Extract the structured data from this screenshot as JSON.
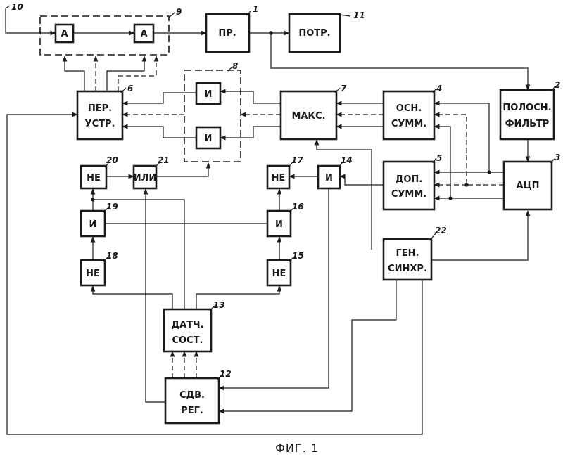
{
  "caption": "ФИГ. 1",
  "input_number": "10",
  "groups": {
    "g9": {
      "number": "9"
    },
    "g8": {
      "number": "8"
    }
  },
  "blocks": {
    "pr": {
      "number": "1",
      "lines": [
        "ПР."
      ]
    },
    "potr": {
      "number": "11",
      "lines": [
        "ПОТР."
      ]
    },
    "a1": {
      "number": "",
      "lines": [
        "А"
      ]
    },
    "a2": {
      "number": "",
      "lines": [
        "А"
      ]
    },
    "per": {
      "number": "6",
      "lines": [
        "ПЕР.",
        "УСТР."
      ]
    },
    "i8a": {
      "number": "",
      "lines": [
        "И"
      ]
    },
    "i8b": {
      "number": "",
      "lines": [
        "И"
      ]
    },
    "maks": {
      "number": "7",
      "lines": [
        "МАКС."
      ]
    },
    "osn": {
      "number": "4",
      "lines": [
        "ОСН.",
        "СУММ."
      ]
    },
    "polos": {
      "number": "2",
      "lines": [
        "ПОЛОСН.",
        "ФИЛЬТР"
      ]
    },
    "dop": {
      "number": "5",
      "lines": [
        "ДОП.",
        "СУММ."
      ]
    },
    "acp": {
      "number": "3",
      "lines": [
        "АЦП"
      ]
    },
    "ne20": {
      "number": "20",
      "lines": [
        "НЕ"
      ]
    },
    "ili21": {
      "number": "21",
      "lines": [
        "ИЛИ"
      ]
    },
    "ne17": {
      "number": "17",
      "lines": [
        "НЕ"
      ]
    },
    "i14": {
      "number": "14",
      "lines": [
        "И"
      ]
    },
    "i19": {
      "number": "19",
      "lines": [
        "И"
      ]
    },
    "i16": {
      "number": "16",
      "lines": [
        "И"
      ]
    },
    "ne18": {
      "number": "18",
      "lines": [
        "НЕ"
      ]
    },
    "ne15": {
      "number": "15",
      "lines": [
        "НЕ"
      ]
    },
    "gen": {
      "number": "22",
      "lines": [
        "ГЕН.",
        "СИНХР."
      ]
    },
    "datch": {
      "number": "13",
      "lines": [
        "ДАТЧ.",
        "СОСТ."
      ]
    },
    "sdv": {
      "number": "12",
      "lines": [
        "СДВ.",
        "РЕГ."
      ]
    }
  }
}
